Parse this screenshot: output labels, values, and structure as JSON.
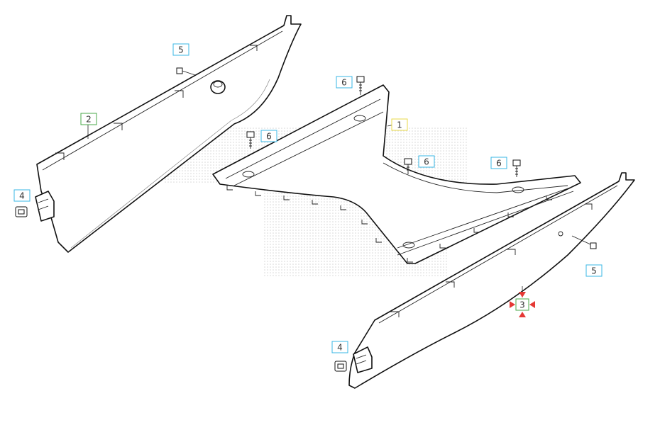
{
  "diagram": {
    "callouts": [
      {
        "id": "c5a",
        "label": "5",
        "color": "#39b7e6"
      },
      {
        "id": "c2",
        "label": "2",
        "color": "#4aa84a"
      },
      {
        "id": "c6a",
        "label": "6",
        "color": "#39b7e6"
      },
      {
        "id": "c6b",
        "label": "6",
        "color": "#39b7e6"
      },
      {
        "id": "c1",
        "label": "1",
        "color": "#e8d94a"
      },
      {
        "id": "c6c",
        "label": "6",
        "color": "#39b7e6"
      },
      {
        "id": "c6d",
        "label": "6",
        "color": "#39b7e6"
      },
      {
        "id": "c4a",
        "label": "4",
        "color": "#39b7e6"
      },
      {
        "id": "c5b",
        "label": "5",
        "color": "#39b7e6"
      },
      {
        "id": "c3",
        "label": "3",
        "color": "#4aa84a",
        "highlight": "#e53935"
      },
      {
        "id": "c4b",
        "label": "4",
        "color": "#39b7e6"
      }
    ]
  }
}
